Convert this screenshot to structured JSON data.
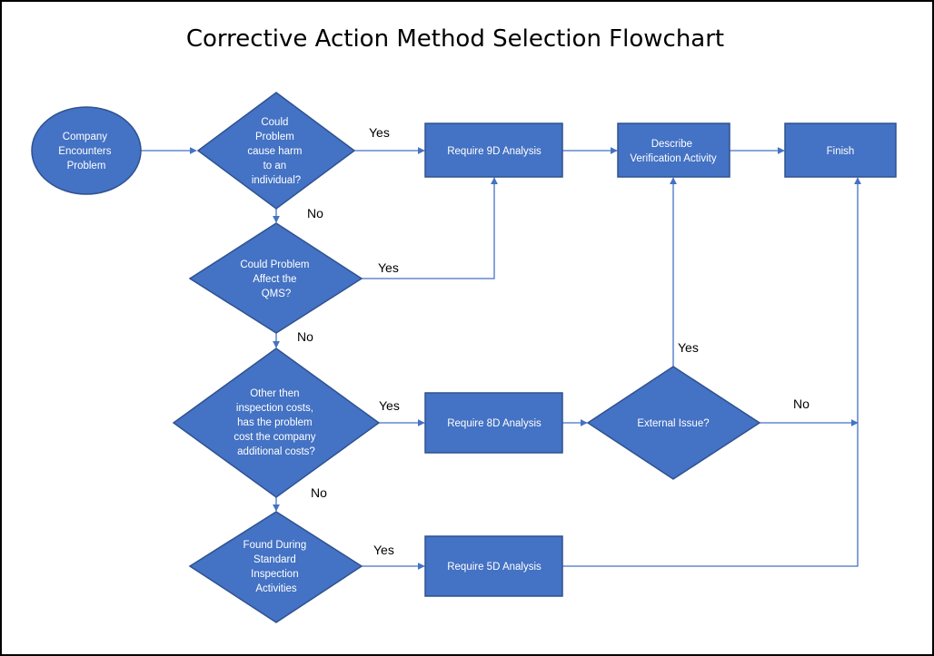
{
  "title": "Corrective Action Method Selection Flowchart",
  "colors": {
    "node_fill": "#4472C4",
    "node_stroke": "#2F528F",
    "edge": "#4472C4",
    "text_on_node": "#FFFFFF"
  },
  "nodes": {
    "start": {
      "shape": "ellipse",
      "lines": [
        "Company",
        "Encounters",
        "Problem"
      ]
    },
    "q_harm": {
      "shape": "diamond",
      "lines": [
        "Could",
        "Problem",
        "cause harm",
        "to an",
        "individual?"
      ]
    },
    "q_qms": {
      "shape": "diamond",
      "lines": [
        "Could Problem",
        "Affect the",
        "QMS?"
      ]
    },
    "q_cost": {
      "shape": "diamond",
      "lines": [
        "Other then",
        "inspection costs,",
        "has the problem",
        "cost the company",
        "additional costs?"
      ]
    },
    "q_standard": {
      "shape": "diamond",
      "lines": [
        "Found During",
        "Standard",
        "Inspection",
        "Activities"
      ]
    },
    "r9d": {
      "shape": "rect",
      "lines": [
        "Require 9D Analysis"
      ]
    },
    "r8d": {
      "shape": "rect",
      "lines": [
        "Require 8D Analysis"
      ]
    },
    "r5d": {
      "shape": "rect",
      "lines": [
        "Require 5D Analysis"
      ]
    },
    "verify": {
      "shape": "rect",
      "lines": [
        "Describe",
        "Verification Activity"
      ]
    },
    "finish": {
      "shape": "rect",
      "lines": [
        "Finish"
      ]
    },
    "q_external": {
      "shape": "diamond",
      "lines": [
        "External Issue?"
      ]
    }
  },
  "edge_labels": {
    "harm_yes": "Yes",
    "harm_no": "No",
    "qms_yes": "Yes",
    "qms_no": "No",
    "cost_yes": "Yes",
    "cost_no": "No",
    "standard_yes": "Yes",
    "external_yes": "Yes",
    "external_no": "No"
  }
}
